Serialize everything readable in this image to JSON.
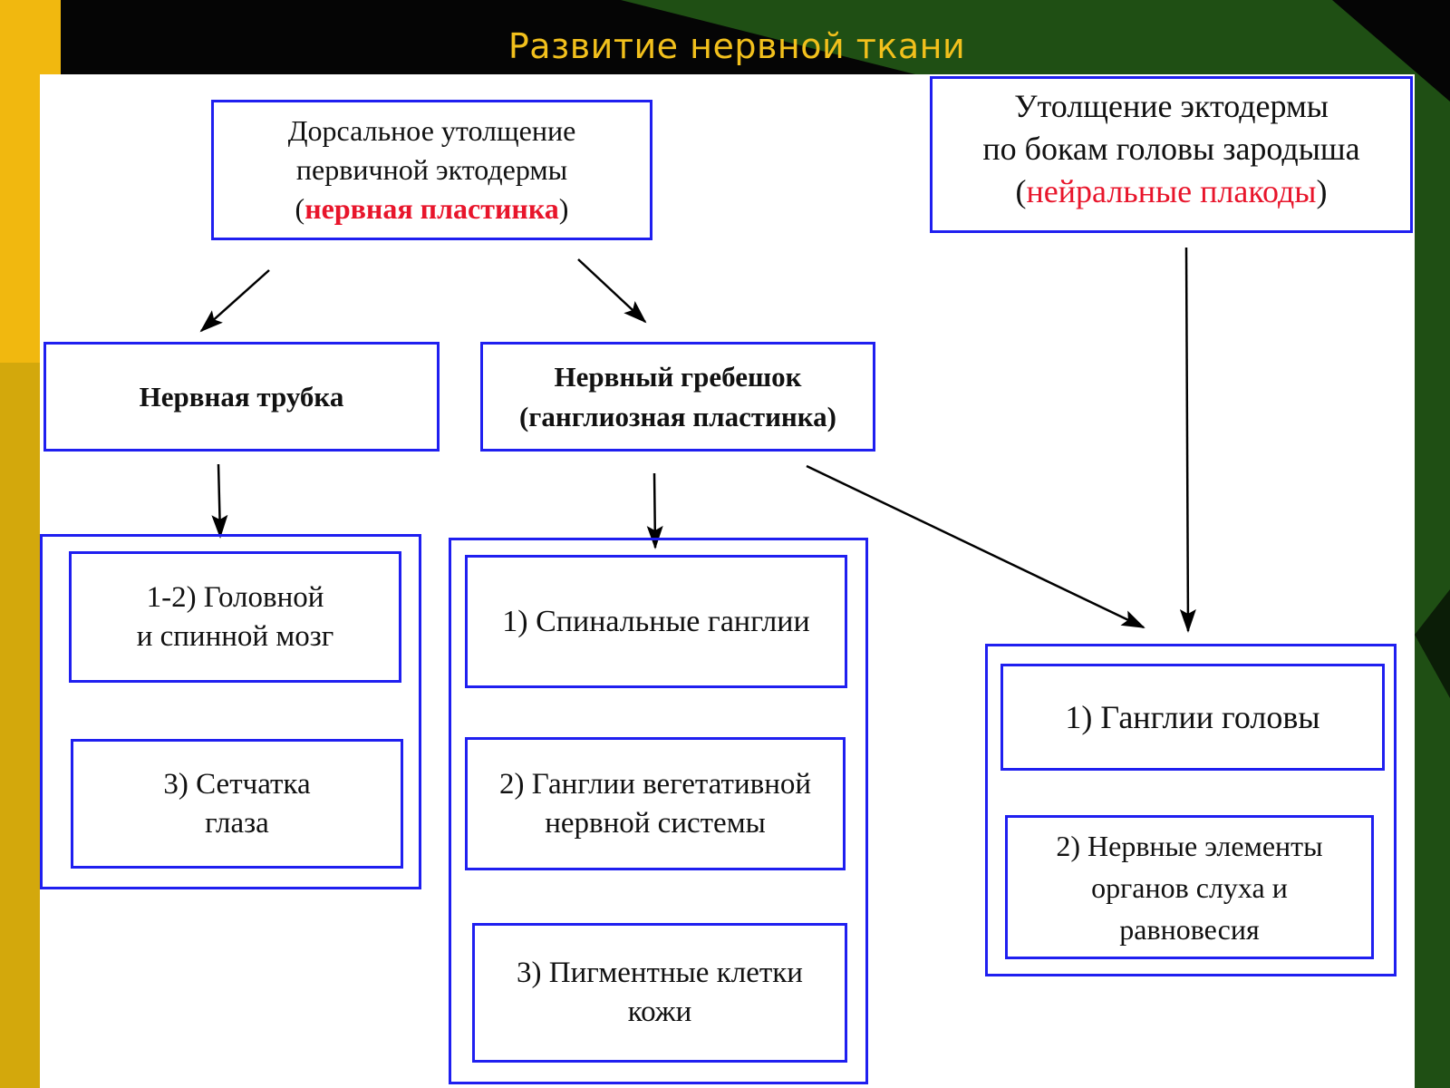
{
  "title": "Развитие нервной ткани",
  "colors": {
    "title": "#f2c01c",
    "box_border": "#1f1ff0",
    "highlight": "#e8152b"
  },
  "top": {
    "neural_plate": {
      "lines": [
        "Дорсальное утолщение",
        "первичной эктодермы"
      ],
      "open": "(",
      "term": "нервная пластинка",
      "close": ")"
    },
    "placodes": {
      "lines": [
        "Утолщение эктодермы",
        "по бокам головы зародыша"
      ],
      "open": "(",
      "term": "нейральные плакоды",
      "close": ")"
    }
  },
  "middle": {
    "neural_tube": {
      "lines": [
        "Нервная трубка"
      ]
    },
    "neural_crest": {
      "lines": [
        "Нервный гребешок",
        "(ганглиозная пластинка)"
      ]
    }
  },
  "derivatives": {
    "tube": [
      {
        "lines": [
          "1-2) Головной",
          "и спинной мозг"
        ]
      },
      {
        "lines": [
          "3) Сетчатка",
          "глаза"
        ]
      }
    ],
    "crest": [
      {
        "lines": [
          "1) Спинальные ганглии"
        ]
      },
      {
        "lines": [
          "2) Ганглии вегетативной",
          "нервной системы"
        ]
      },
      {
        "lines": [
          "3) Пигментные клетки",
          "кожи"
        ]
      }
    ],
    "placodes": [
      {
        "lines": [
          "1) Ганглии головы"
        ]
      },
      {
        "lines": [
          "2) Нервные элементы",
          "органов слуха и",
          "равновесия"
        ]
      }
    ]
  }
}
